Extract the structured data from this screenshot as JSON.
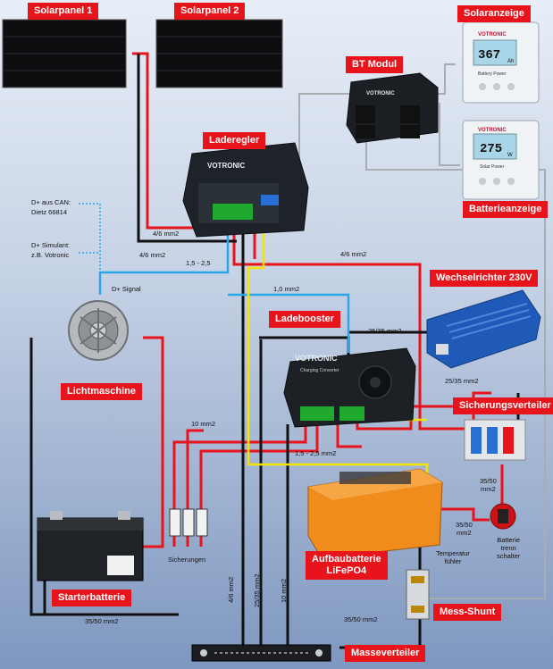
{
  "labels": {
    "solar1": "Solarpanel 1",
    "solar2": "Solarpanel 2",
    "solaranzeige": "Solaranzeige",
    "bt_modul": "BT Modul",
    "laderegler": "Laderegler",
    "batterieanzeige": "Batterieanzeige",
    "wechselrichter": "Wechselrichter 230V",
    "ladebooster": "Ladebooster",
    "lichtmaschine": "Lichtmaschine",
    "sicherungsverteiler": "Sicherungsverteiler",
    "aufbaubatterie": "Aufbaubatterie\nLiFePO4",
    "starterbatterie": "Starterbatterie",
    "mess_shunt": "Mess-Shunt",
    "masseverteiler": "Masseverteiler"
  },
  "notes": {
    "dplus_can_1": "D+ aus CAN:",
    "dplus_can_2": "Dietz 66814",
    "dplus_sim_1": "D+ Simulant:",
    "dplus_sim_2": "z.B. Votronic",
    "dplus_signal": "D+ Signal",
    "sicherungen": "Sicherungen",
    "temp_sensor": "Temperatur\nfühler",
    "batt_switch": "Batterie\ntrenn\nschalter"
  },
  "wire_labels": {
    "w1": "4/6 mm2",
    "w2": "4/6 mm2",
    "w3": "1,5 - 2,5",
    "w4": "4/6 mm2",
    "w5": "1,0 mm2",
    "w6": "25/35 mm2",
    "w7": "25/35 mm2",
    "w8": "10 mm2",
    "w9": "1,5 - 2,5 mm2",
    "w10": "35/50\nmm2",
    "w11": "35/50\nmm2",
    "w12": "35/50 mm2",
    "w13": "35/50 mm2",
    "v1": "4/6 mm2",
    "v2": "25/35 mm2",
    "v3": "10 mm2"
  },
  "displays": {
    "solar_value": "367",
    "solar_unit": "Ah",
    "solar_brand": "VOTRONIC",
    "solar_caption": "Battery Power",
    "batt_value": "275",
    "batt_unit": "W",
    "batt_brand": "VOTRONIC",
    "batt_caption": "Solar Power"
  },
  "device_text": {
    "laderegler_brand": "VOTRONIC",
    "bt_brand": "VOTRONIC",
    "booster_brand": "VOTRONIC",
    "booster_model": "Charging Converter"
  },
  "colors": {
    "label_bg": "#e8141b",
    "plus_wire": "#e8141b",
    "minus_wire": "#111111",
    "signal_wire": "#f4e400",
    "dplus_wire": "#2aa7e8",
    "data_wire": "#9aa0a6"
  }
}
